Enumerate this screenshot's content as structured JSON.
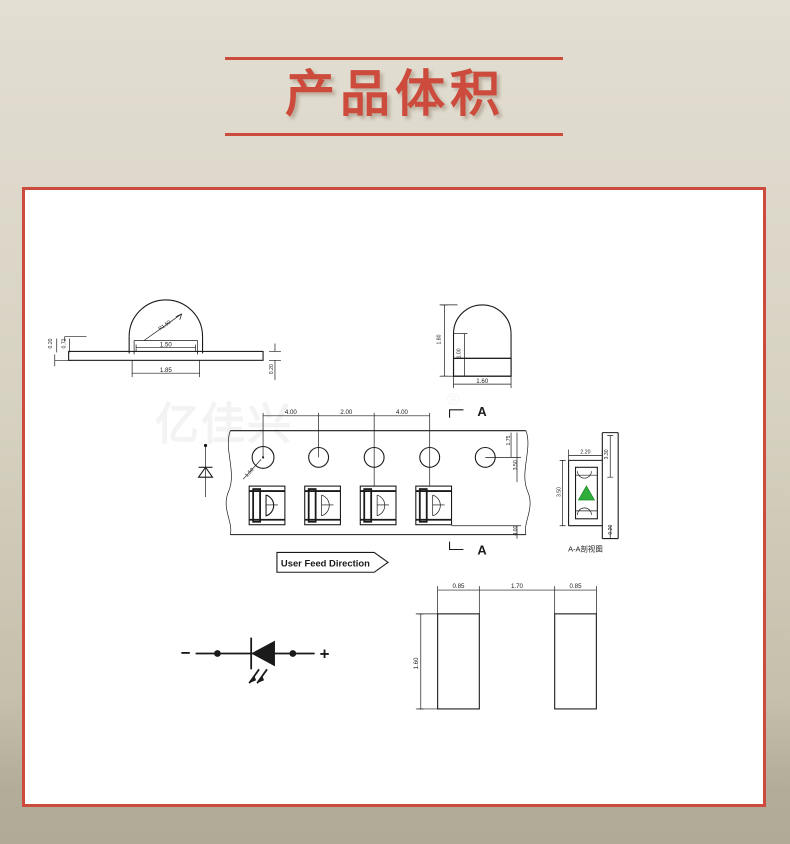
{
  "page": {
    "background_top_color": "#e2ded2",
    "background_bottom_color": "#b0aa96",
    "accent_color": "#cd4b3c",
    "panel_color": "#ffffff"
  },
  "title": {
    "text": "产品体积"
  },
  "watermark": {
    "text": "亿佳兴",
    "registered_mark": "®"
  },
  "drawing": {
    "side_view": {
      "name": "side-section-view",
      "dims": {
        "dome_radius": "R1.50",
        "body_width": "1.50",
        "base_width": "1.85",
        "top_left_a": "0.20",
        "top_left_b": "0.72",
        "right_thickness": "0.20"
      }
    },
    "front_view": {
      "name": "front-view",
      "dims": {
        "total_height": "1.80",
        "body_height": "1.00",
        "width": "1.60"
      }
    },
    "tape_view": {
      "name": "carrier-tape-view",
      "pitch_1": "4.00",
      "pitch_2": "2.00",
      "pitch_3": "4.00",
      "hole_dia": "1.50",
      "edge_dim_1": "1.75",
      "edge_dim_2": "3.50",
      "edge_dim_3": "4.00",
      "section_label_top": "A",
      "section_label_bottom": "A",
      "feed_direction_label": "User Feed Direction"
    },
    "section_view": {
      "name": "section-aa-view",
      "caption": "A-A剖视图",
      "dim_width": "2.20",
      "dim_height_right": "3.30",
      "dim_height_left": "3.50",
      "dim_bottom": "0.20",
      "led_marker_color": "#2fae3a"
    },
    "schematic": {
      "name": "led-schematic-symbol",
      "minus_label": "−",
      "plus_label": "+"
    },
    "pad_layout": {
      "name": "solder-pad-layout",
      "pad_width_left": "0.85",
      "gap": "1.70",
      "pad_width_right": "0.85",
      "pad_height": "1.60"
    }
  }
}
